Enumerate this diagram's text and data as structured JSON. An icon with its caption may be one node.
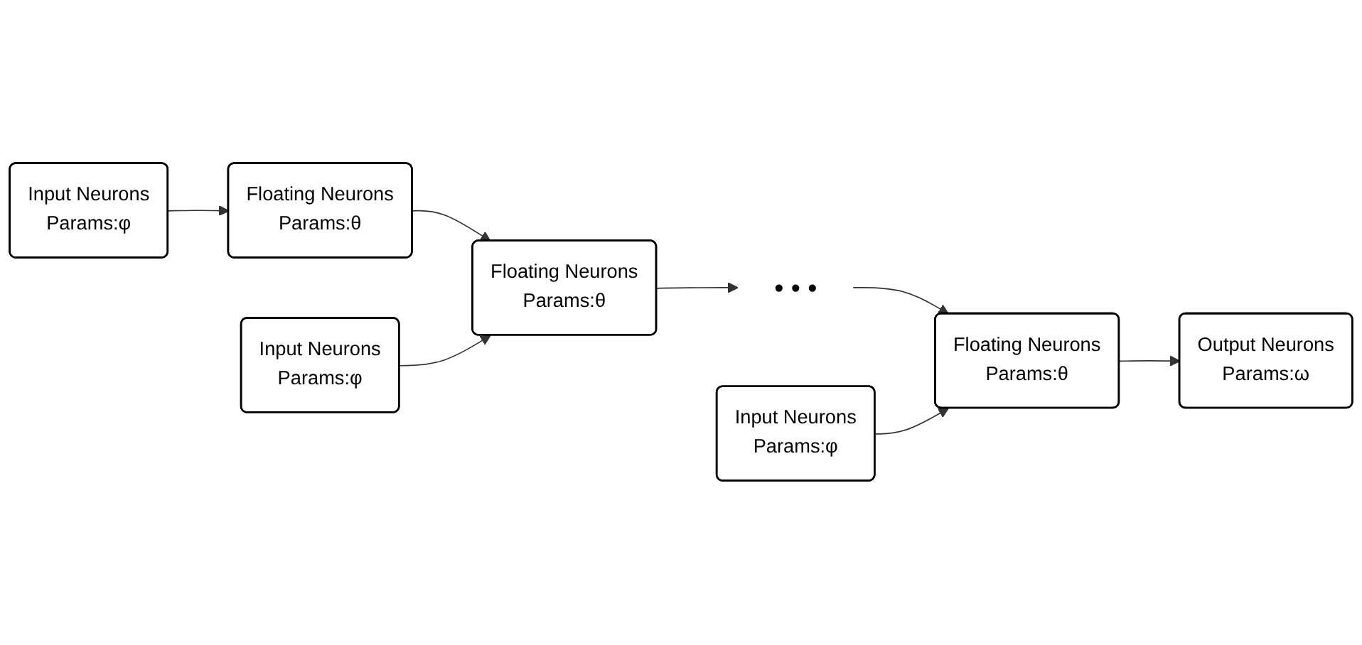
{
  "diagram": {
    "nodes": [
      {
        "text": [
          "Input Neurons",
          "Params:φ"
        ]
      },
      {
        "text": [
          "Floating Neurons",
          "Params:θ"
        ]
      },
      {
        "text": [
          "Input Neurons",
          "Params:φ"
        ]
      },
      {
        "text": [
          "Floating Neurons",
          "Params:θ"
        ]
      },
      {
        "text": [
          "• • •"
        ]
      },
      {
        "text": [
          "Input Neurons",
          "Params:φ"
        ]
      },
      {
        "text": [
          "Floating Neurons",
          "Params:θ"
        ]
      },
      {
        "text": [
          "Output Neurons",
          "Params:ω"
        ]
      }
    ],
    "edges": [
      {
        "from": 0,
        "to": 1,
        "arrow": "to"
      },
      {
        "from": 1,
        "to": 3,
        "arrow": "to"
      },
      {
        "from": 2,
        "to": 3,
        "arrow": "to"
      },
      {
        "from": 3,
        "to": 4,
        "arrow": "to"
      },
      {
        "from": 4,
        "to": 6,
        "arrow": "to"
      },
      {
        "from": 5,
        "to": 6,
        "arrow": "to"
      },
      {
        "from": 6,
        "to": 7,
        "arrow": "to"
      }
    ]
  }
}
